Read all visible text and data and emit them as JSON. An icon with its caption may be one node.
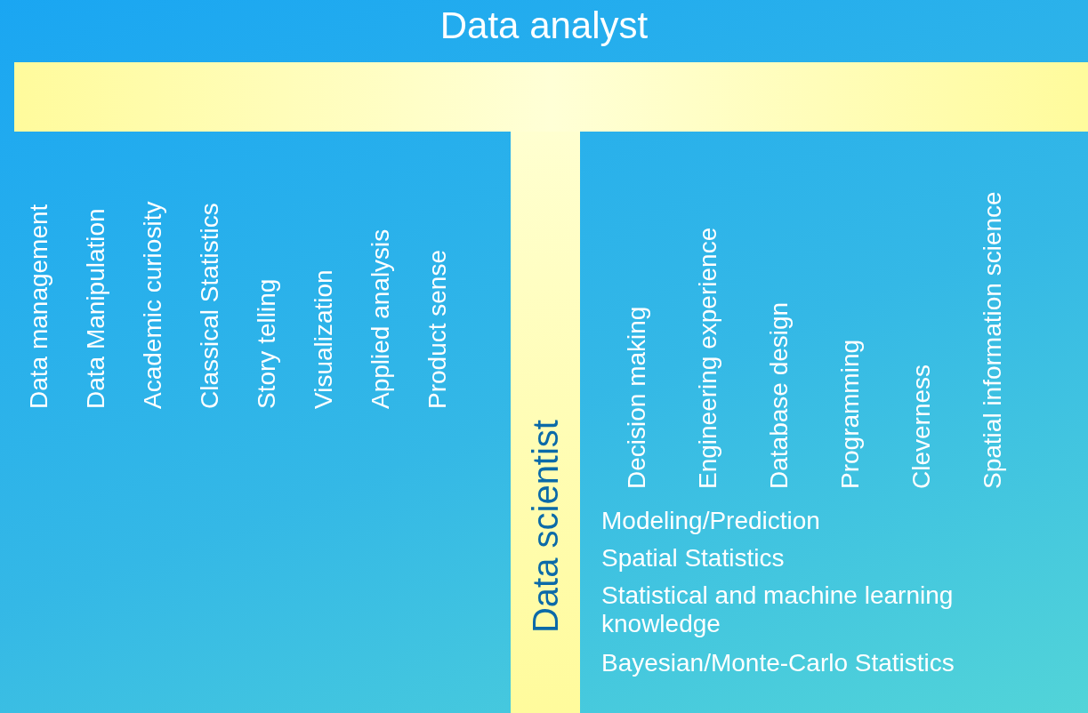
{
  "diagram": {
    "title": "Data analyst",
    "nodes": [
      {
        "text": [],
        "shape": "bar"
      },
      {
        "text": [
          "Data scientist"
        ]
      }
    ],
    "labels": [
      "Data management",
      "Data Manipulation",
      "Academic curiosity",
      "Classical Statistics",
      "Story telling",
      "Visualization",
      "Applied analysis",
      "Product sense",
      "Decision making",
      "Engineering experience",
      "Database design",
      "Programming",
      "Cleverness",
      "Spatial information science",
      "Modeling/Prediction",
      "Spatial Statistics",
      "Statistical and machine learning knowledge",
      "Bayesian/Monte-Carlo Statistics"
    ]
  }
}
